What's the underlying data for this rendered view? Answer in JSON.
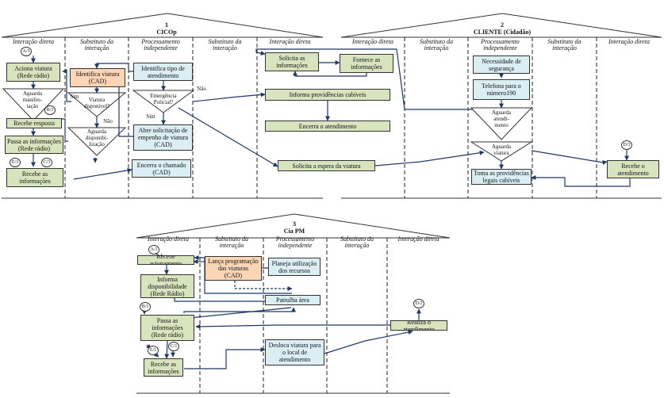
{
  "cicop": {
    "title": "1\nCICOp",
    "lanes": [
      "Interação direta",
      "Substituto da\ninteração",
      "Processamento\nindependente",
      "Substituto da\ninteração",
      "Interação direta"
    ],
    "boxes": {
      "aciona": "Aciona viatura\n(Rede rádio)",
      "identifica_viatura": "Identifica viatura\n(CAD)",
      "identifica_tipo": "Identifica tipo de\natendimento",
      "solicita_info": "Solicita  as\ninformações",
      "fornece_info": "Fornece as\ninformações",
      "informa_prov": "Informa  providências cabíveis",
      "encerra_atend": "Encerra o atendimento",
      "recebe_resposta": "Recebe resposta",
      "passa_info": "Passa as informações\n(Rede rádio)",
      "abre_solicitacao": "Abre solicitação de\nempenho de viatura\n(CAD)",
      "recebe_info": "Recebe as\ninformações",
      "encerra_chamado": "Encerra o chamado\n(CAD)",
      "solicita_espera": "Solicita  a espera da viatura"
    },
    "decisions": {
      "aguarda_manif": "Aguarda\nmanifes-\ntação",
      "viatura_disp": "Viatura\ndisponível?",
      "aguarda_disp": "Aguarda\ndisponibi-\nlização",
      "emergencia": "Emergência\nPolicial?"
    },
    "labels": {
      "sim1": "Sim",
      "nao1": "Não",
      "nao2": "Não",
      "sim2": "Sim"
    },
    "connectors": {
      "a3": "A/3",
      "b3": "B/3",
      "e3": "E/3",
      "c3": "C/3"
    }
  },
  "cliente": {
    "title": "2\nCLIENTE (Cidadão)",
    "lanes": [
      "Interação direta",
      "Substituto da\ninteração",
      "Processamento\nindependente",
      "Substituto da\ninteração",
      "Interação direta"
    ],
    "boxes": {
      "necessidade": "Necessidade de\nsegurança",
      "telefona": "Telefona para o\nnúmero190",
      "toma_prov": "Toma as providências\nlegais cabíveis",
      "recebe_atend": "Recebe o\natendimento"
    },
    "decisions": {
      "aguarda_atend": "Aguarda\natendi-\nmento",
      "aguarda_viatura": "Aguarda\nviatura"
    },
    "connectors": {
      "d3": "D/3"
    }
  },
  "ciapm": {
    "title": "3\nCia PM",
    "lanes": [
      "Interação direta",
      "Substituto da\ninteração",
      "Processamento\nindependente",
      "Substituto da\ninteração",
      "Interação direta"
    ],
    "boxes": {
      "recebe_acion": "Recebe acionamento",
      "lanca_prog": "Lança programação\ndas viaturas\n(CAD)",
      "planeja": "Planeja utilização\ndos recursos",
      "informa_disp": "Informa\ndisponibilidade\n(Rede Rádio)",
      "patrulha": "Patrulha área",
      "passa_info": "Passa as\ninformações\n(Rede rádio)",
      "realiza": "Realiza o atendimento",
      "recebe_info": "Recebe as\ninformações",
      "desloca": "Desloca viatura para\no local de\natendimento"
    },
    "connectors": {
      "a1": "A/1",
      "b1": "B/1",
      "d2": "D/2",
      "e1": "E/1",
      "c1": "C/1"
    }
  },
  "colors": {
    "green": "#d7e4bd",
    "blue": "#dbeef4",
    "orange": "#fbd5b5",
    "line": "#1f3864"
  }
}
